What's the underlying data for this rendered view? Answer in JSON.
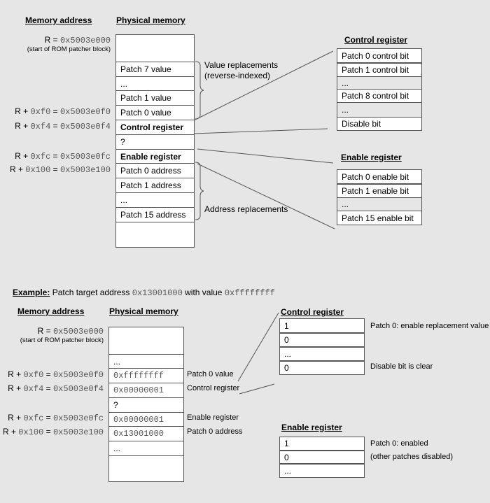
{
  "top": {
    "memory_address_header": "Memory address",
    "physical_memory_header": "Physical memory",
    "base_label": "R = ",
    "base_addr": "0x5003e000",
    "base_note": "(start of ROM patcher block)",
    "addresses": [
      {
        "prefix": "R + ",
        "offset": "0xf0",
        "eq": " = ",
        "value": "0x5003e0f0"
      },
      {
        "prefix": "R + ",
        "offset": "0xf4",
        "eq": " = ",
        "value": "0x5003e0f4"
      },
      {
        "prefix": "R + ",
        "offset": "0xfc",
        "eq": " = ",
        "value": "0x5003e0fc"
      },
      {
        "prefix": "R + ",
        "offset": "0x100",
        "eq": " = ",
        "value": "0x5003e100"
      }
    ],
    "memory_cells": [
      "Patch 7 value",
      "...",
      "Patch 1 value",
      "Patch 0 value",
      "Control register",
      "?",
      "Enable register",
      "Patch 0 address",
      "Patch 1 address",
      "...",
      "Patch 15 address"
    ],
    "value_replacements_line1": "Value replacements",
    "value_replacements_line2": "(reverse-indexed)",
    "address_replacements": "Address replacements",
    "control_register_header": "Control register",
    "control_cells": [
      "Patch 0 control bit",
      "Patch 1 control bit",
      "...",
      "Patch 8 control bit",
      "...",
      "Disable bit"
    ],
    "enable_register_header": "Enable register",
    "enable_cells": [
      "Patch 0 enable bit",
      "Patch 1 enable bit",
      "...",
      "Patch 15 enable bit"
    ]
  },
  "example": {
    "label": "Example:",
    "text1": " Patch target address ",
    "target_addr": "0x13001000",
    "text2": " with value ",
    "value": "0xffffffff",
    "memory_address_header": "Memory address",
    "physical_memory_header": "Physical memory",
    "base_label": "R = ",
    "base_addr": "0x5003e000",
    "base_note": "(start of ROM patcher block)",
    "addresses": [
      {
        "prefix": "R + ",
        "offset": "0xf0",
        "eq": " = ",
        "value": "0x5003e0f0"
      },
      {
        "prefix": "R + ",
        "offset": "0xf4",
        "eq": " = ",
        "value": "0x5003e0f4"
      },
      {
        "prefix": "R + ",
        "offset": "0xfc",
        "eq": " = ",
        "value": "0x5003e0fc"
      },
      {
        "prefix": "R + ",
        "offset": "0x100",
        "eq": " = ",
        "value": "0x5003e100"
      }
    ],
    "memory_cells": [
      "...",
      "0xffffffff",
      "0x00000001",
      "?",
      "0x00000001",
      "0x13001000",
      "..."
    ],
    "memory_labels": [
      "Patch 0 value",
      "Control register",
      "Enable register",
      "Patch 0 address"
    ],
    "control_register_header": "Control register",
    "control_cells": [
      "1",
      "0",
      "...",
      "0"
    ],
    "control_notes": [
      "Patch 0: enable replacement value",
      "Disable bit is clear"
    ],
    "enable_register_header": "Enable register",
    "enable_cells": [
      "1",
      "0",
      "..."
    ],
    "enable_notes": [
      "Patch 0: enabled",
      "(other patches disabled)"
    ]
  }
}
